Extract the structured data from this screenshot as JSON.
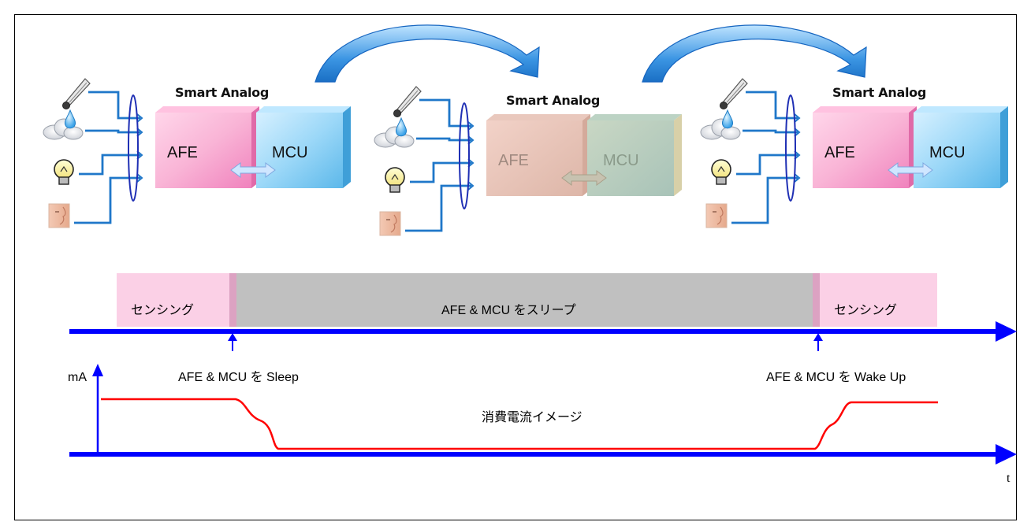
{
  "diagram": {
    "stages": [
      {
        "brand": "Smart Analog",
        "afe": "AFE",
        "mcu": "MCU",
        "state": "active"
      },
      {
        "brand": "Smart Analog",
        "afe": "AFE",
        "mcu": "MCU",
        "state": "sleep"
      },
      {
        "brand": "Smart Analog",
        "afe": "AFE",
        "mcu": "MCU",
        "state": "active"
      }
    ],
    "sensors": [
      "thermometer-icon",
      "humidity-icon",
      "light-bulb-icon",
      "face-icon"
    ],
    "timeline": {
      "sensing_1": "センシング",
      "sleep": "AFE & MCU をスリープ",
      "sensing_2": "センシング"
    },
    "events": {
      "sleep": "AFE & MCU を Sleep",
      "wake": "AFE & MCU を Wake Up"
    },
    "current": {
      "y_unit": "mA",
      "x_unit": "t",
      "caption": "消費電流イメージ"
    },
    "colors": {
      "afe_pink": "#f7a8d0",
      "mcu_blue": "#8ed0f5",
      "sensing_band": "#fbd0e6",
      "sleep_band": "#c0c0c0",
      "axis_blue": "#0000ff",
      "current_red": "#ff0000",
      "arrow_blue": "#2f8de0"
    }
  }
}
